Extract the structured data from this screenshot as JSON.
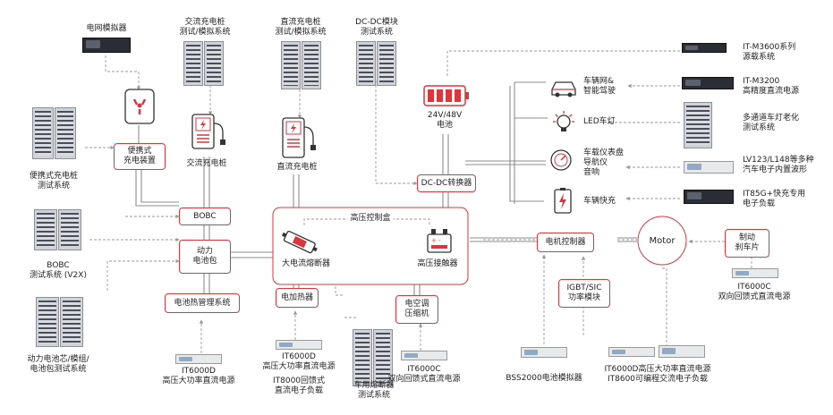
{
  "labels": {
    "grid_simulator": "电网模拟器",
    "ac_pile_test_1": "交流充电桩",
    "ac_pile_test_2": "测试/模拟系统",
    "dc_pile_test_1": "直流充电桩",
    "dc_pile_test_2": "测试/模拟系统",
    "dcdc_test_1": "DC-DC模块",
    "dcdc_test_2": "测试系统",
    "m3600_1": "IT-M3600系列",
    "m3600_2": "源载系统",
    "m3200_1": "IT-M3200",
    "m3200_2": "高精度直流电源",
    "vehicle_net_1": "车辆网&",
    "vehicle_net_2": "智能驾驶",
    "battery_1": "24V/48V",
    "battery_2": "电池",
    "led_lamp": "LED车灯",
    "lamp_aging_1": "多通道车灯老化",
    "lamp_aging_2": "测试系统",
    "dashboard_1": "车载仪表盘",
    "dashboard_2": "导航仪",
    "dashboard_3": "音响",
    "lv123_1": "LV123/L148等多种",
    "lv123_2": "汽车电子内置波形",
    "fast_charge": "车辆快充",
    "it85g_1": "IT85G+快充专用",
    "it85g_2": "电子负载",
    "portable_pile_test_1": "便携式充电桩",
    "portable_pile_test_2": "测试系统",
    "ac_pile": "交流充电桩",
    "dc_pile": "直流充电桩",
    "bobc_test_1": "BOBC",
    "bobc_test_2": "测试系统 (V2X)",
    "hv_fuse": "大电流熔断器",
    "hv_contactor": "高压接触器",
    "motor": "Motor",
    "it6000c_right_1": "IT6000C",
    "it6000c_right_2": "双向回馈式直流电源",
    "cell_test_1": "动力电池芯/模组/",
    "cell_test_2": "电池包测试系统",
    "it6000d_left_1": "IT6000D",
    "it6000d_left_2": "高压大功率直流电源",
    "it6000d_mid_1": "IT6000D",
    "it6000d_mid_2": "高压大功率直流电源",
    "it8000_1": "IT8000回馈式",
    "it8000_2": "直流电子负载",
    "fuse_test_1": "车用熔断器",
    "fuse_test_2": "测试系统",
    "it6000c_mid_1": "IT6000C",
    "it6000c_mid_2": "双向回馈式直流电源",
    "bss2000": "BSS2000电池模拟器",
    "it6000d_right_1": "IT6000D高压大功率直流电源",
    "it6000d_right_2": "IT8600可编程交流电子负载"
  },
  "boxes": {
    "portable_charger_1": "便携式",
    "portable_charger_2": "充电装置",
    "bobc": "BOBC",
    "power_battery_1": "动力",
    "power_battery_2": "电池包",
    "battery_thermal": "电池热管理系统",
    "electric_heater": "电加热器",
    "ac_compressor_1": "电空调",
    "ac_compressor_2": "压缩机",
    "hv_box_title": "高压控制盒",
    "dcdc_converter": "DC-DC转换器",
    "motor_controller": "电机控制器",
    "igbt_1": "IGBT/SIC",
    "igbt_2": "功率模块",
    "brake_1": "制动",
    "brake_2": "刹车片"
  },
  "colors": {
    "accent_red": "#d9363e",
    "line_gray": "#8c8c8c",
    "dash_gray": "#9a9a9a"
  },
  "icons": [
    "power-socket-icon",
    "ac-charger-icon",
    "dc-charger-icon",
    "battery-icon",
    "car-icon",
    "led-lamp-icon",
    "speedometer-icon",
    "fast-charge-icon",
    "fuse-icon",
    "contactor-icon"
  ]
}
